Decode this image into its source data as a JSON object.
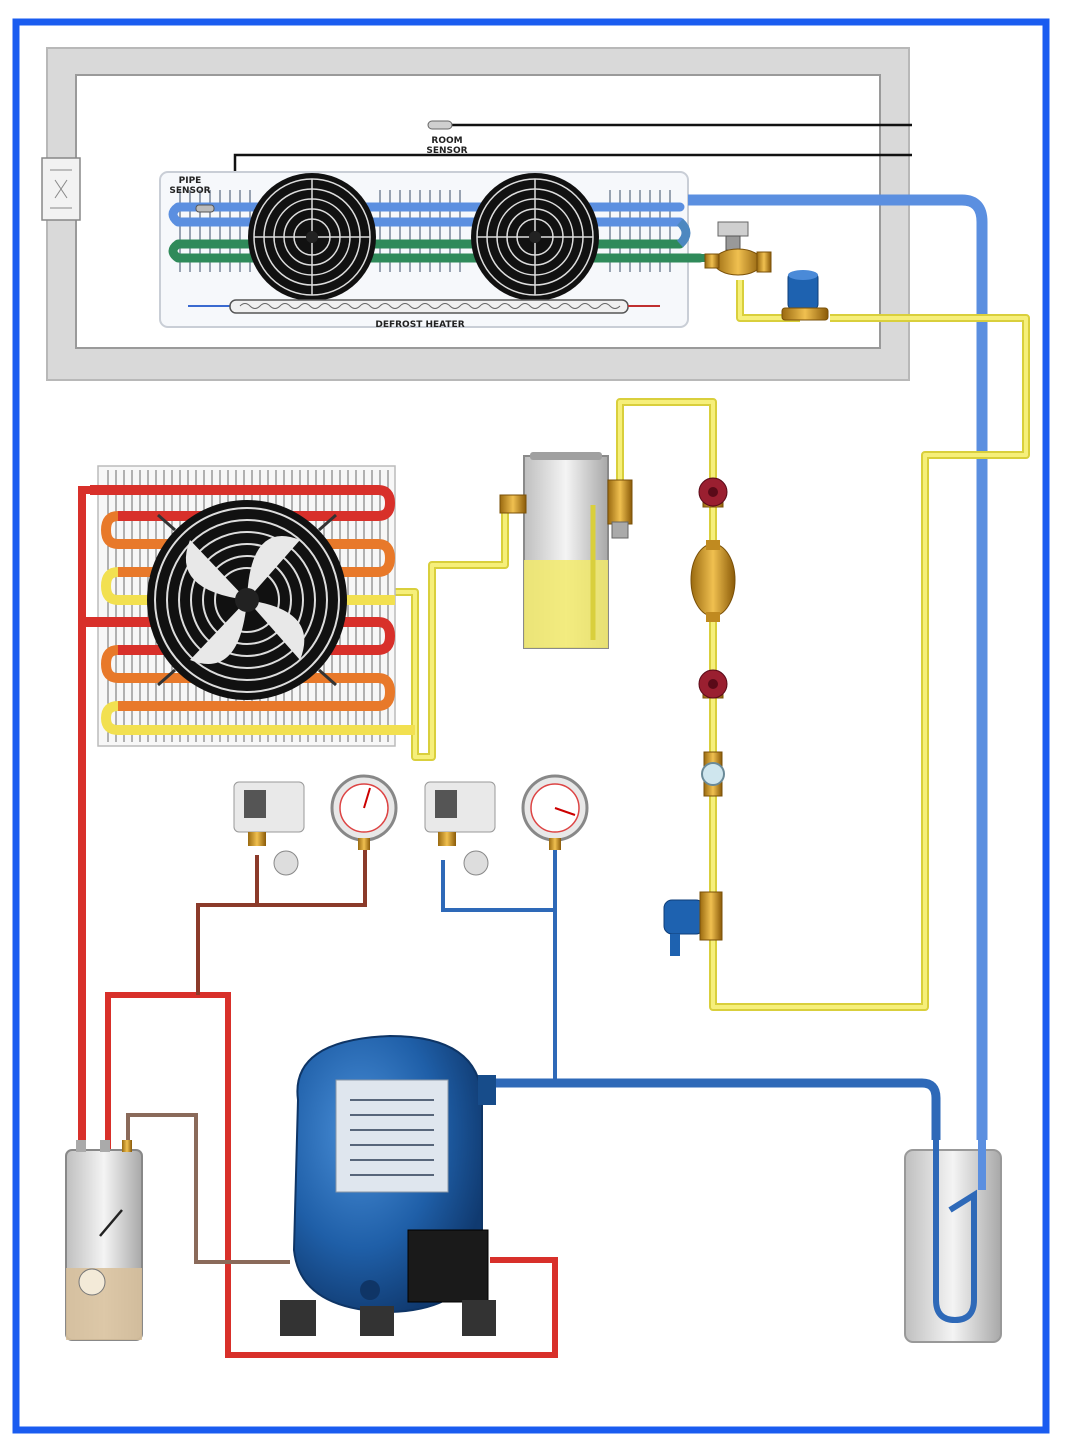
{
  "labels": {
    "room_sensor_line1": "ROOM",
    "room_sensor_line2": "SENSOR",
    "pipe_sensor_line1": "PIPE",
    "pipe_sensor_line2": "SENSOR",
    "defrost_heater": "DEFROST HEATER"
  },
  "colors": {
    "frame_border": "#1a5cf0",
    "suction_line": "#5b8fe0",
    "suction_line_dark": "#2e69b8",
    "liquid_line": "#f2ea6b",
    "discharge_line": "#d8302a",
    "pressure_line_high": "#8b3a2a",
    "evaporator_return": "#2f8a5a",
    "compressor_body": "#1f5fa8",
    "cold_room_wall": "#d9d9d9"
  }
}
